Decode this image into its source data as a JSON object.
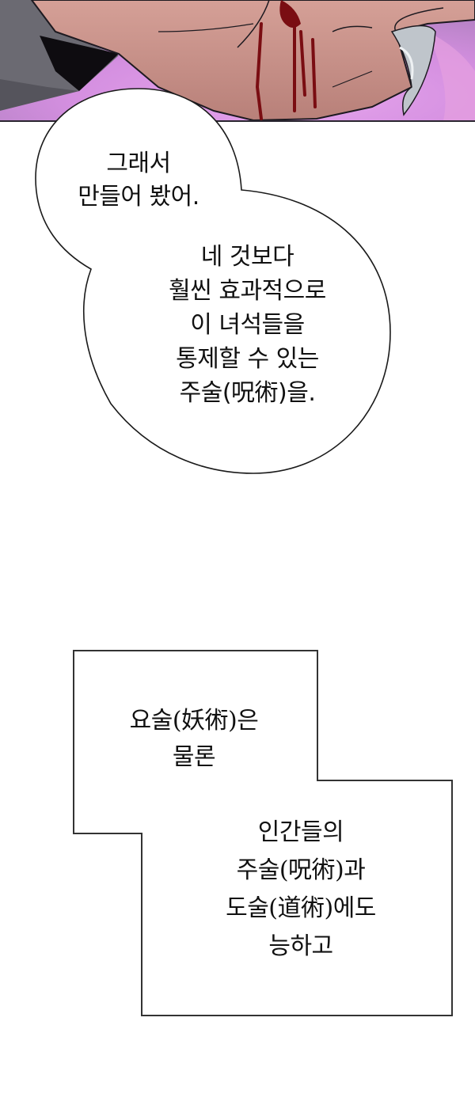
{
  "panel": {
    "description": "close-up of bloodied hand with claw-like white fingernail on purple-pink glowing background",
    "colors": {
      "background_glow": "#d992e3",
      "skin": "#c9928b",
      "blood": "#7a0d12",
      "sleeve": "#6a6a72",
      "claw": "#b9bfc6",
      "outline": "#1d1a20"
    }
  },
  "speech_bubble": {
    "lines_part1": "그래서\n만들어 봤어.",
    "lines_part2": "네 것보다\n훨씬 효과적으로\n이 녀석들을\n통제할 수 있는\n주술(呪術)을."
  },
  "narration_box": {
    "lines_part1": "요술(妖術)은\n물론",
    "lines_part2": "인간들의\n주술(呪術)과\n도술(道術)에도\n능하고"
  }
}
